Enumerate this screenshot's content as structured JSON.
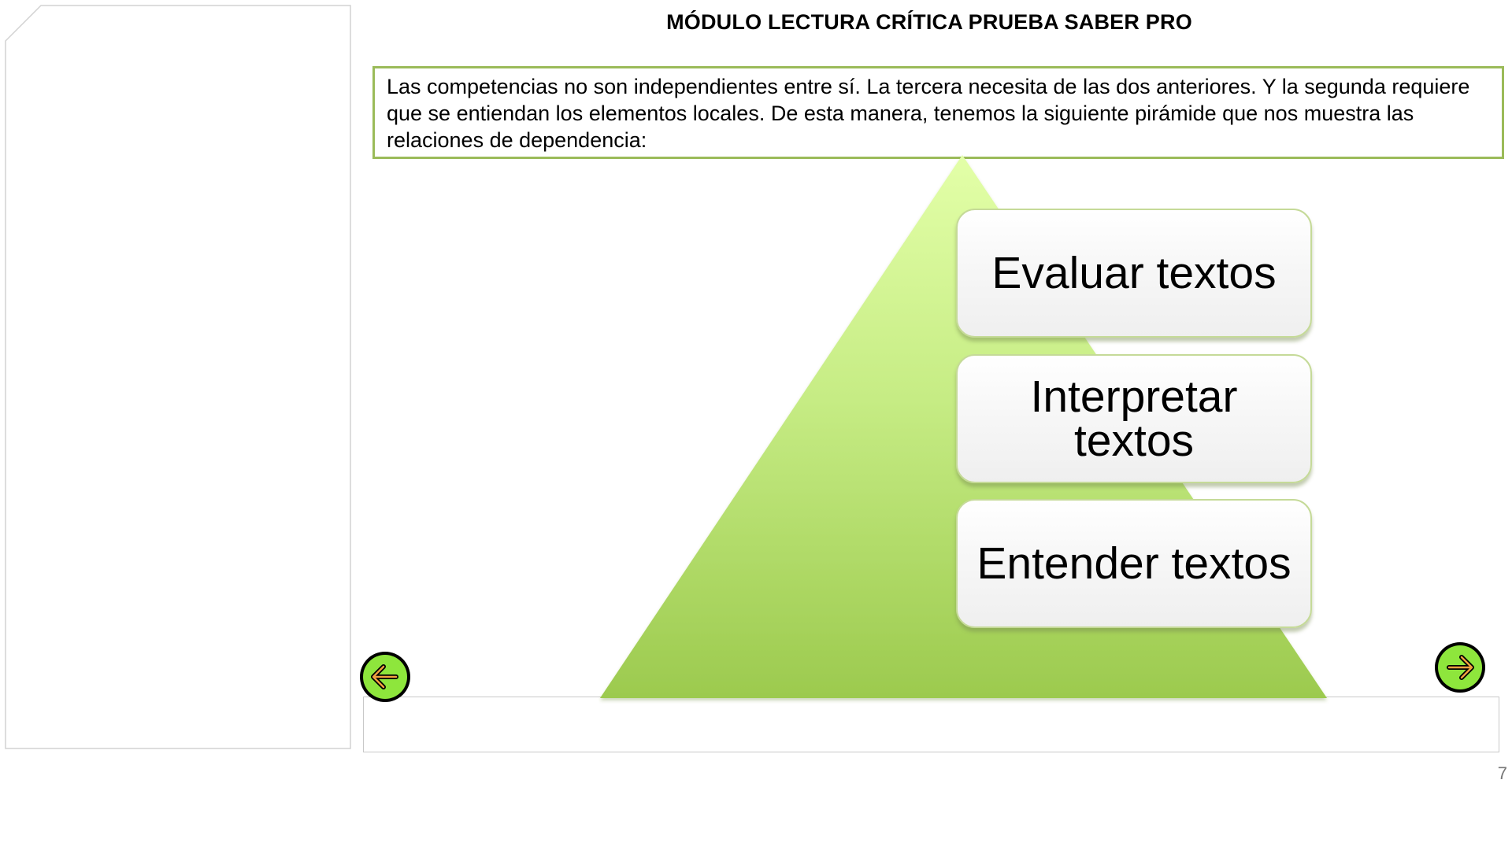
{
  "header": {
    "title": "MÓDULO LECTURA CRÍTICA PRUEBA SABER PRO"
  },
  "intro": {
    "text": "Las  competencias no son independientes entre sí. La tercera necesita de las dos anteriores. Y la segunda requiere que se entiendan los elementos locales. De esta manera, tenemos la siguiente pirámide que nos muestra las relaciones de dependencia:"
  },
  "pyramid": {
    "levels": [
      {
        "label": "Evaluar textos"
      },
      {
        "label": "Interpretar textos"
      },
      {
        "label": "Entender textos"
      }
    ]
  },
  "navigation": {
    "prev_icon": "arrow-left-icon",
    "next_icon": "arrow-right-icon"
  },
  "footer": {
    "page_number": "7"
  },
  "colors": {
    "accent_green": "#9bbb59",
    "pyramid_top": "#dcff99",
    "pyramid_bottom": "#9ccb4c",
    "nav_fill": "#8ee63c"
  }
}
